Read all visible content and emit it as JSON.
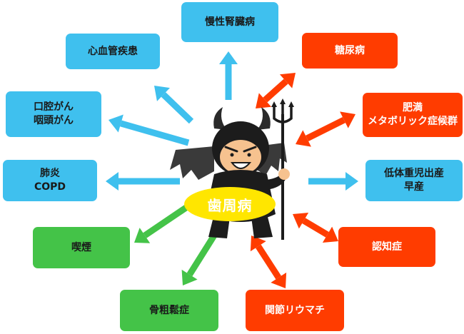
{
  "colors": {
    "blue": "#3fc0ee",
    "red": "#ff3c00",
    "green": "#44c348",
    "center": "#ffe600",
    "devil": "#1c1c1c"
  },
  "center": {
    "label": "歯周病"
  },
  "boxes": {
    "heart": {
      "lines": [
        "心血管疾患"
      ],
      "color": "blue"
    },
    "kidney": {
      "lines": [
        "慢性腎臓病"
      ],
      "color": "blue"
    },
    "diabetes": {
      "lines": [
        "糖尿病"
      ],
      "color": "red"
    },
    "oral": {
      "lines": [
        "口腔がん",
        "咽頭がん"
      ],
      "color": "blue"
    },
    "metabolic": {
      "lines": [
        "肥満",
        "メタボリック症候群"
      ],
      "color": "red"
    },
    "lung": {
      "lines": [
        "肺炎",
        "COPD"
      ],
      "color": "blue"
    },
    "birth": {
      "lines": [
        "低体重児出産",
        "早産"
      ],
      "color": "blue"
    },
    "smoking": {
      "lines": [
        "喫煙"
      ],
      "color": "green"
    },
    "dementia": {
      "lines": [
        "認知症"
      ],
      "color": "red"
    },
    "osteo": {
      "lines": [
        "骨粗鬆症"
      ],
      "color": "green"
    },
    "rheumatism": {
      "lines": [
        "関節リウマチ"
      ],
      "color": "red"
    }
  },
  "arrows": [
    {
      "target": "heart",
      "direction": "outward",
      "color": "blue"
    },
    {
      "target": "kidney",
      "direction": "outward",
      "color": "blue"
    },
    {
      "target": "diabetes",
      "direction": "both",
      "color": "red"
    },
    {
      "target": "oral",
      "direction": "outward",
      "color": "blue"
    },
    {
      "target": "metabolic",
      "direction": "both",
      "color": "red"
    },
    {
      "target": "lung",
      "direction": "outward",
      "color": "blue"
    },
    {
      "target": "birth",
      "direction": "outward",
      "color": "blue"
    },
    {
      "target": "smoking",
      "direction": "inward",
      "color": "green"
    },
    {
      "target": "dementia",
      "direction": "both",
      "color": "red"
    },
    {
      "target": "osteo",
      "direction": "inward",
      "color": "green"
    },
    {
      "target": "rheumatism",
      "direction": "both",
      "color": "red"
    }
  ]
}
